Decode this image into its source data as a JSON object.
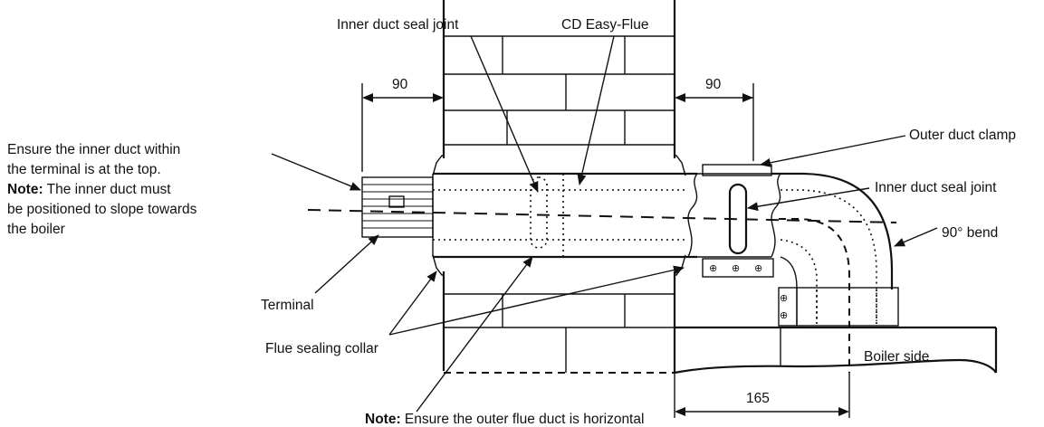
{
  "labels": {
    "inner_duct_seal_joint_top": "Inner duct seal joint",
    "cd_easy_flue": "CD Easy-Flue",
    "dim_left": "90",
    "dim_right": "90",
    "dim_bottom": "165",
    "outer_duct_clamp": "Outer duct clamp",
    "inner_duct_seal_joint_right": "Inner duct seal joint",
    "bend_90": "90° bend",
    "terminal": "Terminal",
    "flue_sealing_collar": "Flue sealing collar",
    "boiler_side": "Boiler side"
  },
  "notes": {
    "left_line1": "Ensure the inner duct within",
    "left_line2": "the terminal is at the top.",
    "left_note_prefix": "Note:",
    "left_line3": " The inner duct must",
    "left_line4": "be positioned to slope towards",
    "left_line5": "the boiler",
    "bottom_prefix": "Note:",
    "bottom_text": " Ensure the outer flue duct is horizontal"
  },
  "colors": {
    "ink": "#111111",
    "background": "#ffffff"
  }
}
